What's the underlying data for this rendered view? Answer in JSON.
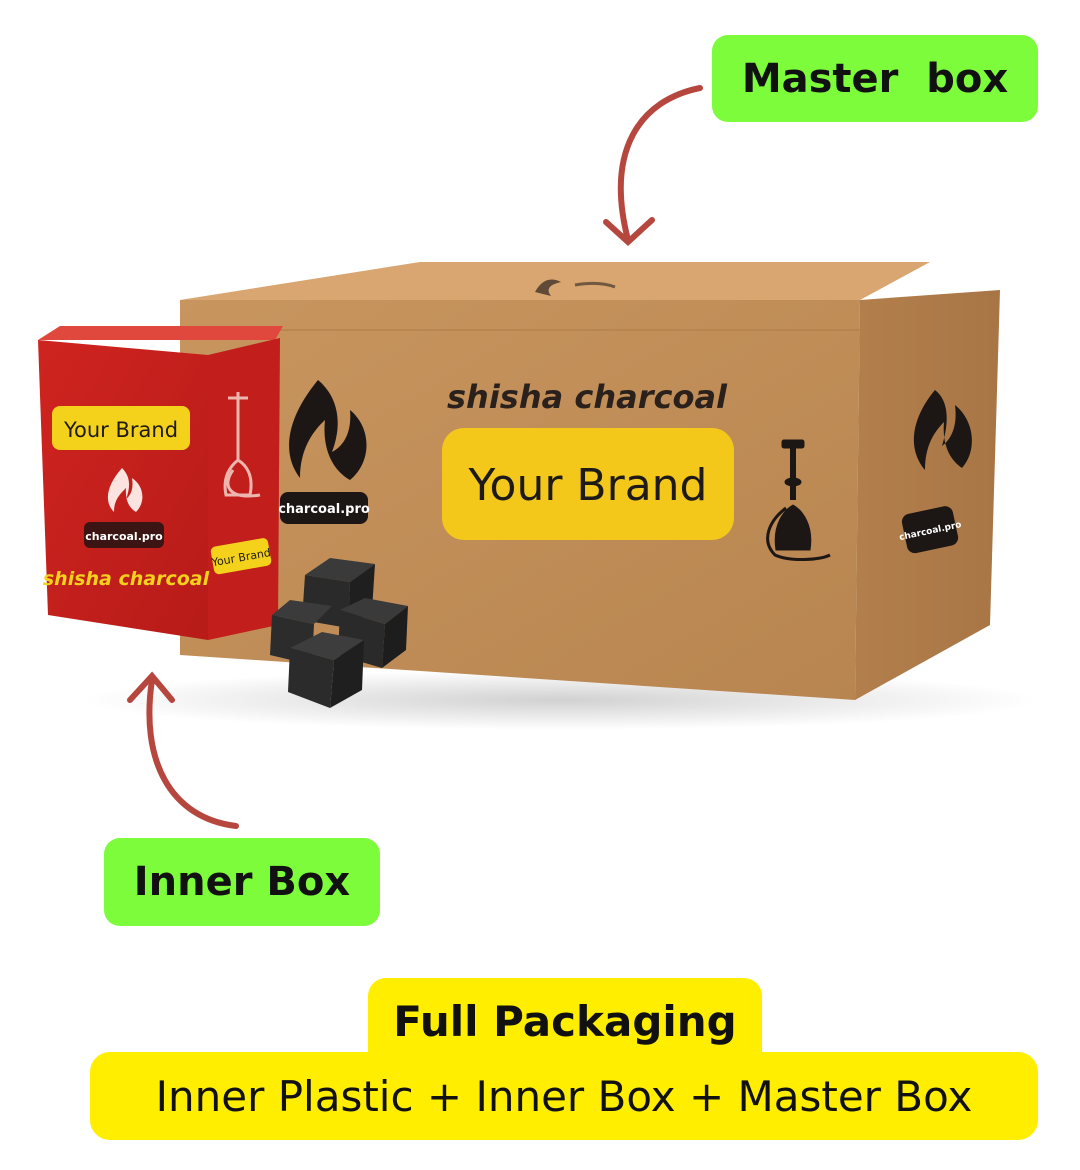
{
  "labels": {
    "master_box": "Master  box",
    "inner_box": "Inner Box"
  },
  "master_carton": {
    "title": "shisha charcoal",
    "brand": "Your Brand",
    "logo_text": "charcoal.pro",
    "side_logo_text": "charcoal.pro"
  },
  "inner_carton": {
    "brand": "Your Brand",
    "logo_text": "charcoal.pro",
    "title": "shisha charcoal",
    "side_brand": "Your Brand"
  },
  "packaging": {
    "title": "Full Packaging",
    "description": "Inner Plastic + Inner Box + Master Box"
  },
  "colors": {
    "label_green": "#7dfc3c",
    "highlight_yellow": "#ffee00",
    "arrow_red": "#b5473e",
    "kraft": "#c28e5a",
    "inner_red": "#c8201e"
  },
  "icons": [
    "flame-icon",
    "hookah-icon",
    "charcoal-cubes"
  ]
}
